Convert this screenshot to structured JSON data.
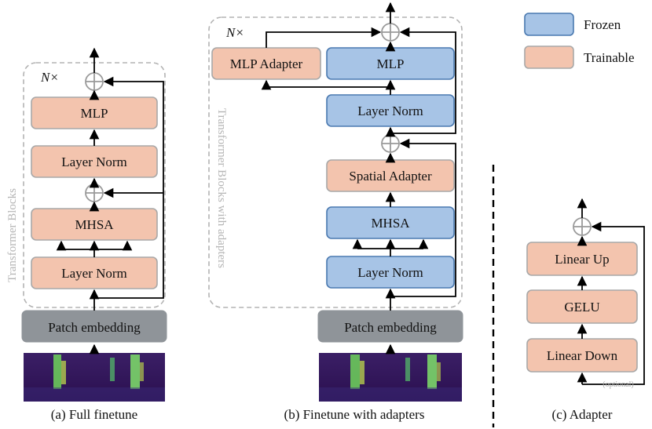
{
  "legend": {
    "frozen_label": "Frozen",
    "trainable_label": "Trainable",
    "frozen_color": "#a7c4e6",
    "trainable_color": "#f3c4ae"
  },
  "panel_a": {
    "repeat_label": "N×",
    "group_label": "Transformer Blocks",
    "blocks": [
      "MLP",
      "Layer Norm",
      "MHSA",
      "Layer Norm"
    ],
    "embedding": "Patch embedding",
    "caption": "(a) Full finetune"
  },
  "panel_b": {
    "repeat_label": "N×",
    "group_label": "Transformer Blocks with adapters",
    "mlp_adapter": "MLP Adapter",
    "mlp": "MLP",
    "layer_norm_top": "Layer Norm",
    "spatial_adapter": "Spatial Adapter",
    "mhsa": "MHSA",
    "layer_norm_bottom": "Layer Norm",
    "embedding": "Patch embedding",
    "caption": "(b) Finetune with adapters"
  },
  "panel_c": {
    "blocks": [
      "Linear Up",
      "GELU",
      "Linear Down"
    ],
    "optional_label": "(optional)",
    "caption": "(c) Adapter"
  }
}
